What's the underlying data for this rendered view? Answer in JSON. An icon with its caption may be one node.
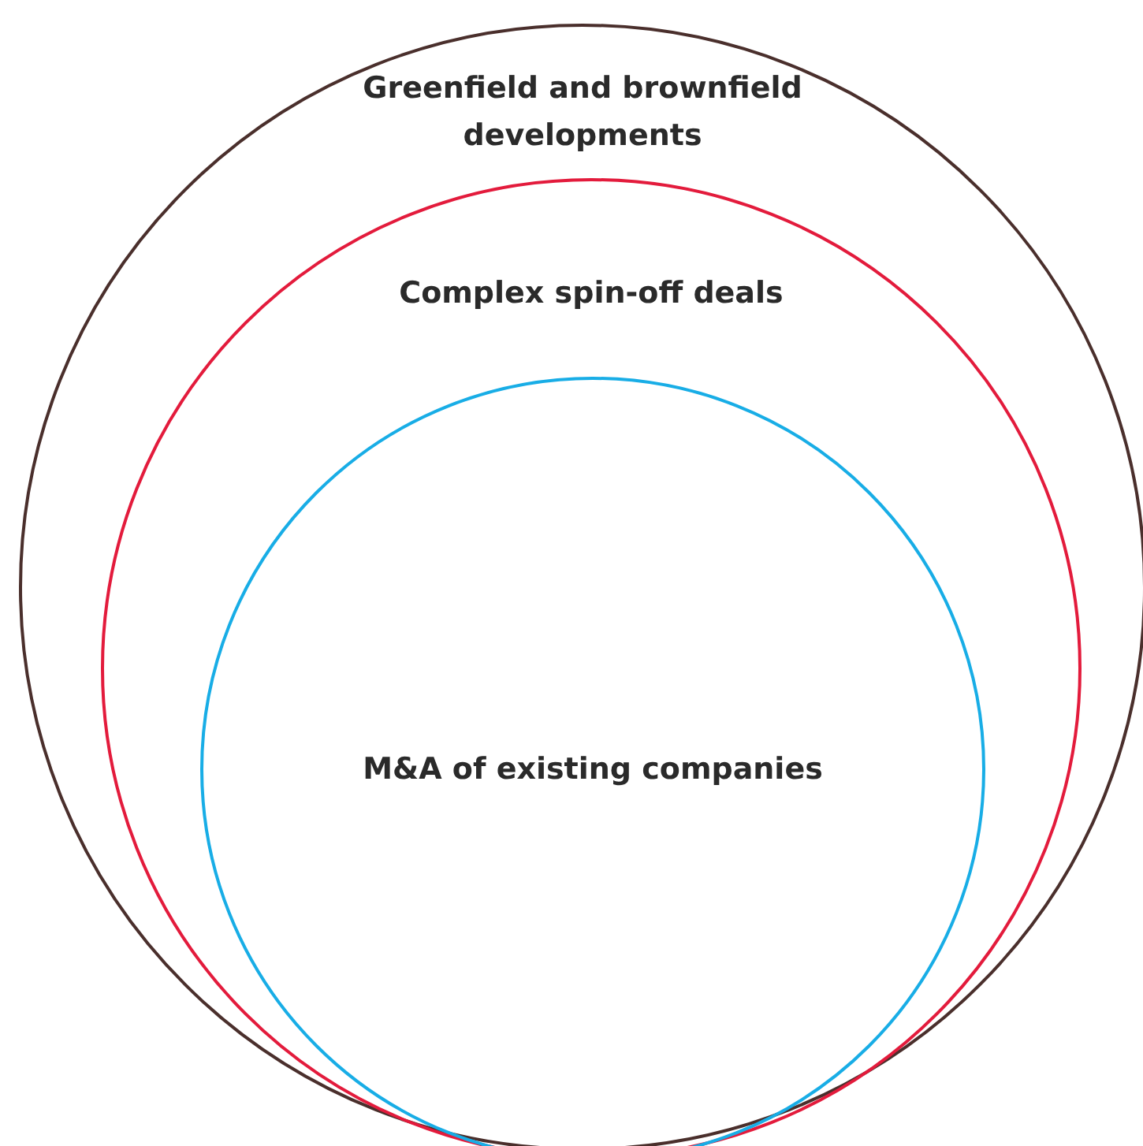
{
  "diagram": {
    "nodes": [
      {
        "text": [
          "Greenfield and brownfield developments"
        ]
      },
      {
        "text": [
          "Complex spin-off deals"
        ],
        "in": 0
      },
      {
        "text": [
          "M&A of existing companies"
        ],
        "in": 1
      }
    ]
  }
}
